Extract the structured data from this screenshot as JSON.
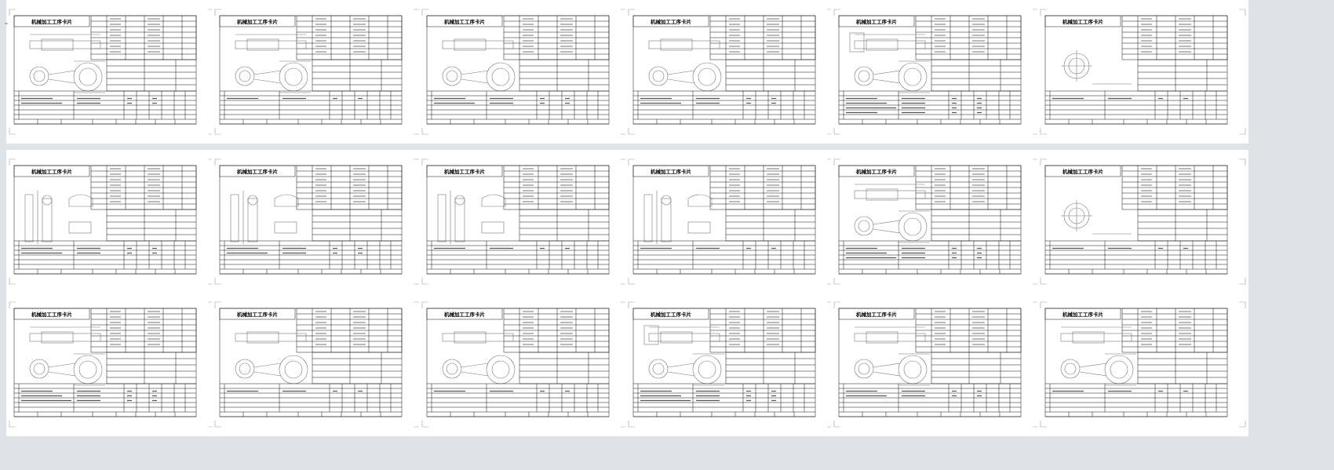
{
  "document": {
    "form_title": "机械加工工序卡片",
    "collapse_icon": "chevron-down-icon"
  },
  "pages": [
    {
      "view": "side-with-cap",
      "ops": 2
    },
    {
      "view": "side-with-cap",
      "ops": 1
    },
    {
      "view": "side-plain",
      "ops": 2
    },
    {
      "view": "side-plain",
      "ops": 2
    },
    {
      "view": "front-and-side",
      "ops": 4
    },
    {
      "view": "end-only",
      "ops": 1
    },
    {
      "view": "multi-view",
      "ops": 2
    },
    {
      "view": "multi-view",
      "ops": 2
    },
    {
      "view": "multi-view",
      "ops": 1
    },
    {
      "view": "multi-view",
      "ops": 1
    },
    {
      "view": "side-with-cap",
      "ops": 3
    },
    {
      "view": "end-only",
      "ops": 1
    },
    {
      "view": "side-with-cap",
      "ops": 3
    },
    {
      "view": "side-plain",
      "ops": 1
    },
    {
      "view": "side-plain",
      "ops": 1
    },
    {
      "view": "front-and-side",
      "ops": 3
    },
    {
      "view": "side-with-cap",
      "ops": 2
    },
    {
      "view": "side-with-cap",
      "ops": 1
    }
  ]
}
